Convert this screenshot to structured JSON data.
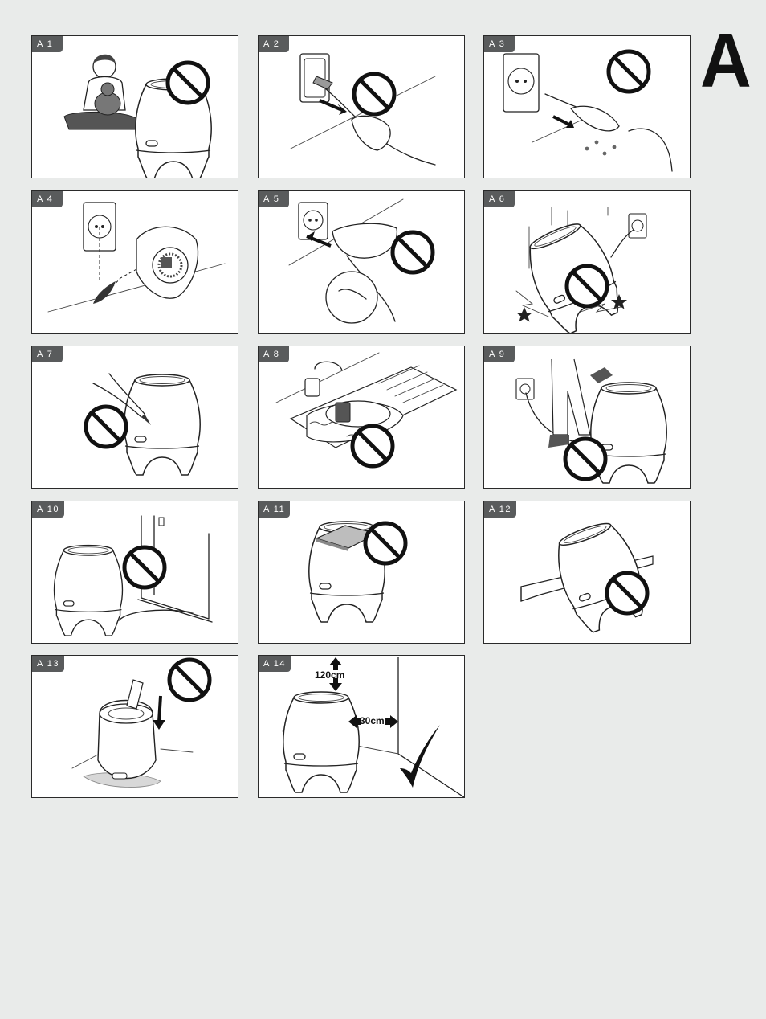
{
  "page": {
    "letter": "A"
  },
  "panels": [
    {
      "tag": "A 1"
    },
    {
      "tag": "A 2"
    },
    {
      "tag": "A 3"
    },
    {
      "tag": "A 4"
    },
    {
      "tag": "A 5"
    },
    {
      "tag": "A 6"
    },
    {
      "tag": "A 7"
    },
    {
      "tag": "A 8"
    },
    {
      "tag": "A 9"
    },
    {
      "tag": "A 10"
    },
    {
      "tag": "A 11"
    },
    {
      "tag": "A 12"
    },
    {
      "tag": "A 13"
    },
    {
      "tag": "A 14"
    }
  ],
  "a14": {
    "height_label": "120cm",
    "side_label": "30cm"
  },
  "icons": {
    "prohibited": "prohibited-icon",
    "check": "check-icon"
  }
}
